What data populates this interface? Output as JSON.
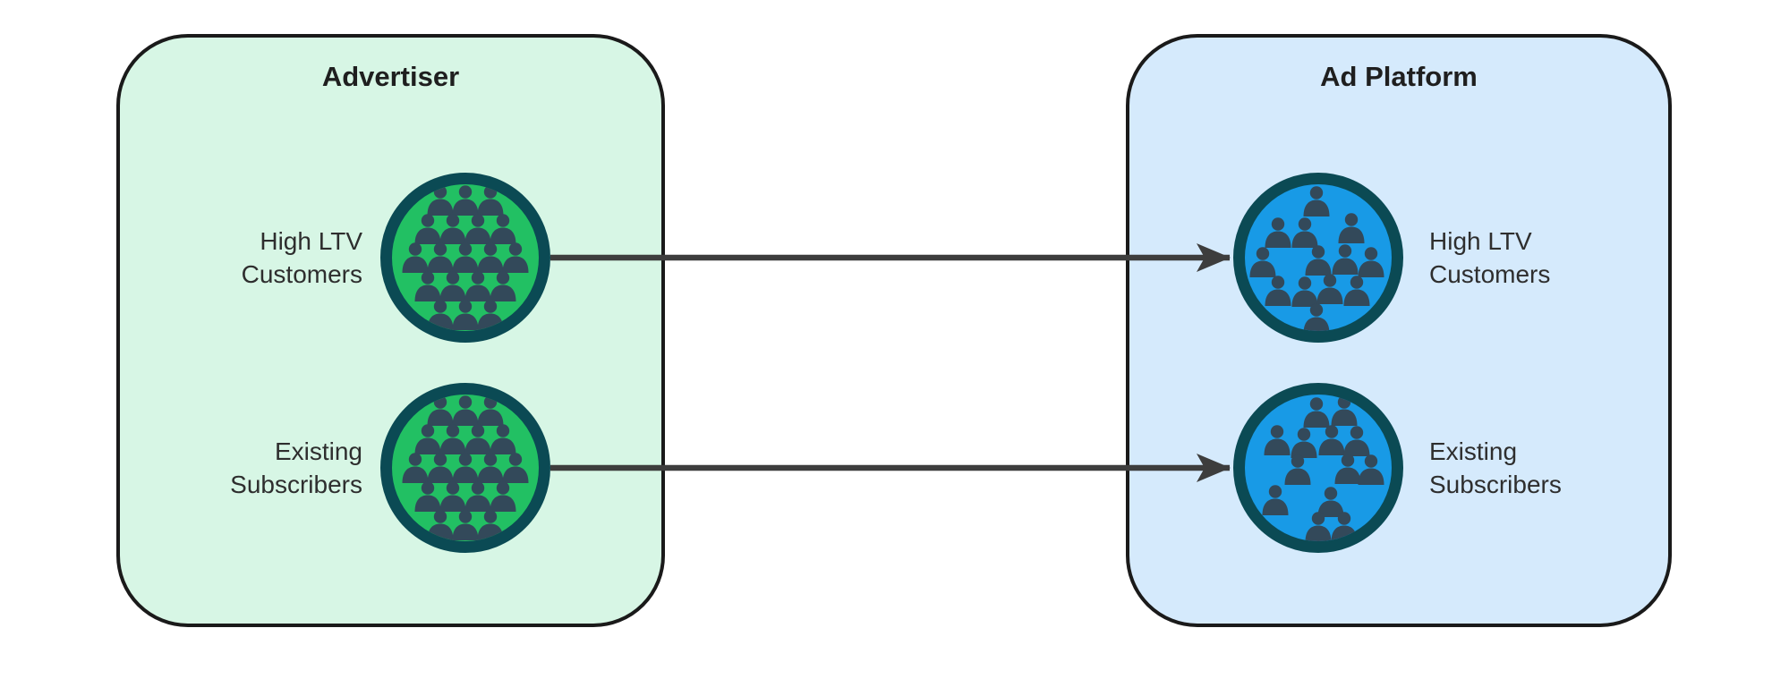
{
  "diagram": {
    "colors": {
      "page_background": "#ffffff",
      "box_border": "#1a1a1a",
      "advertiser_fill": "#d7f6e5",
      "platform_fill": "#d5eafc",
      "green_circle_fill": "#22c063",
      "blue_circle_fill": "#189ae6",
      "circle_ring": "#0b4a54",
      "person_color": "#33495a",
      "arrow_color": "#3d3d3d",
      "title_text": "#1f1f1f",
      "label_text": "#2e2e2e"
    },
    "panels": [
      {
        "id": "advertiser",
        "title": "Advertiser",
        "audiences": [
          {
            "label": "High LTV\nCustomers",
            "icon": "people-crowd-icon",
            "people": [
              [
                -28,
                -64
              ],
              [
                0,
                -64
              ],
              [
                28,
                -64
              ],
              [
                -42,
                -32
              ],
              [
                -14,
                -32
              ],
              [
                14,
                -32
              ],
              [
                42,
                -32
              ],
              [
                -56,
                0
              ],
              [
                -28,
                0
              ],
              [
                0,
                0
              ],
              [
                28,
                0
              ],
              [
                56,
                0
              ],
              [
                -42,
                32
              ],
              [
                -14,
                32
              ],
              [
                14,
                32
              ],
              [
                42,
                32
              ],
              [
                -28,
                64
              ],
              [
                0,
                64
              ],
              [
                28,
                64
              ]
            ]
          },
          {
            "label": "Existing\nSubscribers",
            "icon": "people-crowd-icon",
            "people": [
              [
                -28,
                -64
              ],
              [
                0,
                -64
              ],
              [
                28,
                -64
              ],
              [
                -42,
                -32
              ],
              [
                -14,
                -32
              ],
              [
                14,
                -32
              ],
              [
                42,
                -32
              ],
              [
                -56,
                0
              ],
              [
                -28,
                0
              ],
              [
                0,
                0
              ],
              [
                28,
                0
              ],
              [
                56,
                0
              ],
              [
                -42,
                32
              ],
              [
                -14,
                32
              ],
              [
                14,
                32
              ],
              [
                42,
                32
              ],
              [
                -28,
                64
              ],
              [
                0,
                64
              ],
              [
                28,
                64
              ]
            ]
          }
        ]
      },
      {
        "id": "ad-platform",
        "title": "Ad Platform",
        "audiences": [
          {
            "label": "High LTV\nCustomers",
            "icon": "people-crowd-icon",
            "people": [
              [
                -2,
                -63
              ],
              [
                -45,
                -28
              ],
              [
                -15,
                -28
              ],
              [
                37,
                -33
              ],
              [
                -62,
                5
              ],
              [
                0,
                3
              ],
              [
                30,
                2
              ],
              [
                59,
                5
              ],
              [
                -45,
                37
              ],
              [
                -15,
                38
              ],
              [
                13,
                35
              ],
              [
                43,
                37
              ],
              [
                -2,
                68
              ]
            ]
          },
          {
            "label": "Existing\nSubscribers",
            "icon": "people-crowd-icon",
            "people": [
              [
                -2,
                -62
              ],
              [
                29,
                -64
              ],
              [
                -46,
                -31
              ],
              [
                -16,
                -28
              ],
              [
                15,
                -31
              ],
              [
                43,
                -30
              ],
              [
                -23,
                2
              ],
              [
                33,
                1
              ],
              [
                59,
                2
              ],
              [
                -48,
                36
              ],
              [
                14,
                38
              ],
              [
                0,
                66
              ],
              [
                29,
                66
              ]
            ]
          }
        ]
      }
    ],
    "arrows": [
      {
        "from": "advertiser-high-ltv-customers",
        "to": "ad-platform-high-ltv-customers"
      },
      {
        "from": "advertiser-existing-subscribers",
        "to": "ad-platform-existing-subscribers"
      }
    ]
  }
}
